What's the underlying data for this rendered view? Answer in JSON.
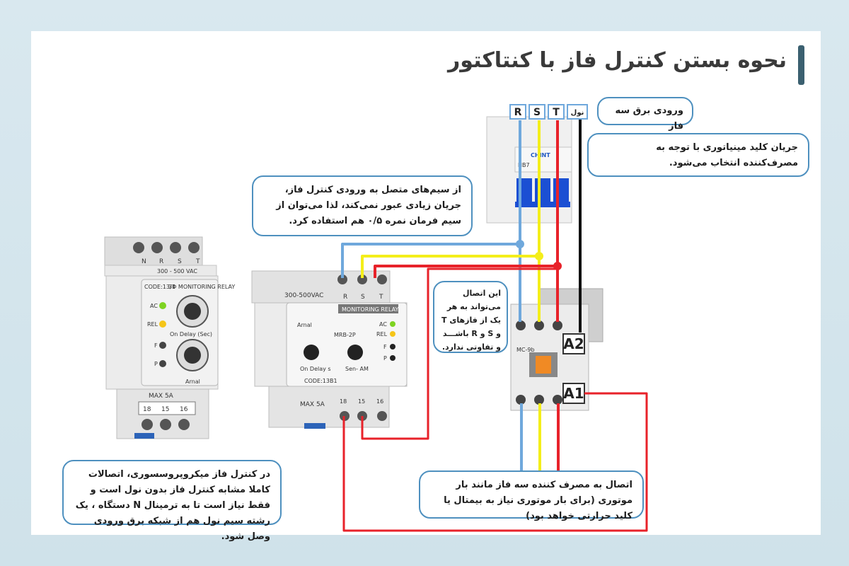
{
  "title": "نحوه بستن کنترل فاز با کنتاکتور",
  "breaker": {
    "brand": "CHINT",
    "model": "NB7",
    "terminals": [
      "R",
      "S",
      "T",
      "نول"
    ]
  },
  "contactor": {
    "terminal_a1": "A1",
    "terminal_a2": "A2",
    "model": "MC-9b"
  },
  "relay_left": {
    "terminals": [
      "N",
      "R",
      "S",
      "T"
    ],
    "voltage": "300 - 500 VAC",
    "code": "CODE:13/1",
    "heading": "3Φ MONITORING RELAY",
    "led_labels": [
      "AC",
      "REL",
      "F",
      "P"
    ],
    "knob_label": "On Delay (Sec)",
    "brand": "Arnal",
    "max_label": "MAX 5A",
    "contacts": [
      "18",
      "15",
      "16"
    ]
  },
  "relay_right": {
    "voltage": "300-500VAC",
    "terminals": [
      "R",
      "S",
      "T"
    ],
    "heading": "MONITORING RELAY",
    "brand": "Arnal",
    "model": "MRB-2P",
    "led_labels": [
      "AC",
      "REL",
      "F",
      "P"
    ],
    "knob1_label": "On Delay s",
    "knob2_label": "Sen- AM",
    "code": "CODE:13B1",
    "max_label": "MAX 5A",
    "contacts": [
      "18",
      "15",
      "16"
    ]
  },
  "callouts": {
    "input": "ورودی برق سه فاز",
    "breaker_note": "جریان کلید مینیاتوری با توجه به مصرف‌کننده انتخاب می‌شود.",
    "wire_note": "از سیم‌های متصل به ورودی کنترل فاز، جریان زیادی عبور نمی‌کند، لذا می‌توان از سیم فرمان نمره ۰/۵ هم استفاده کرد.",
    "phase_note": "این اتصال می‌تواند به هر یک از فازهای T و S و R باشـــد و تفاوتی ندارد.",
    "micro_note": "در کنترل فاز میکروپروسسوری، اتصالات کاملا مشابه کنترل فاز بدون نول است و فقط نیاز است تا به ترمینال N دستگاه ، یک رشته سیم نول هم از شبکه برق ورودی وصل شود.",
    "load_note": "اتصال به مصرف کننده سه فاز مانند بار موتوری (برای بار موتوری نیاز به بیمتال یا کلید حرارتی خواهد بود)"
  },
  "colors": {
    "phase_r": "#6fa8dc",
    "phase_s": "#f4ee1a",
    "phase_t": "#e8222a",
    "neutral": "#111111",
    "callout_border": "#4e90bf",
    "title_bar": "#3b6070"
  }
}
